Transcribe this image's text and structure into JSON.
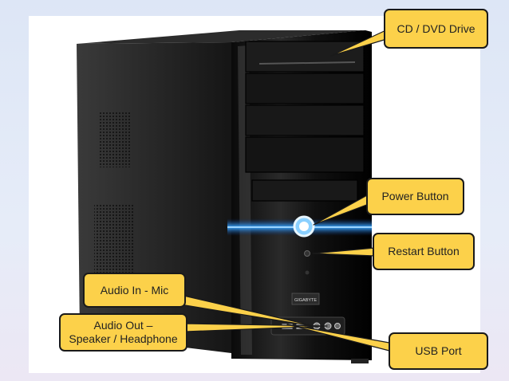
{
  "diagram": {
    "labels": {
      "cd_dvd_drive": "CD / DVD Drive",
      "power_button": "Power Button",
      "restart_button": "Restart Button",
      "audio_in": "Audio In - Mic",
      "audio_out_line1": "Audio Out –",
      "audio_out_line2": "Speaker / Headphone",
      "usb_port": "USB Port",
      "case_brand": "GIGABYTE"
    },
    "colors": {
      "callout_fill": "#fcd14a",
      "callout_border": "#1a1a1a",
      "case_body": "#111111",
      "led_strip": "#2f9bff",
      "background": "#dde6f6"
    }
  }
}
